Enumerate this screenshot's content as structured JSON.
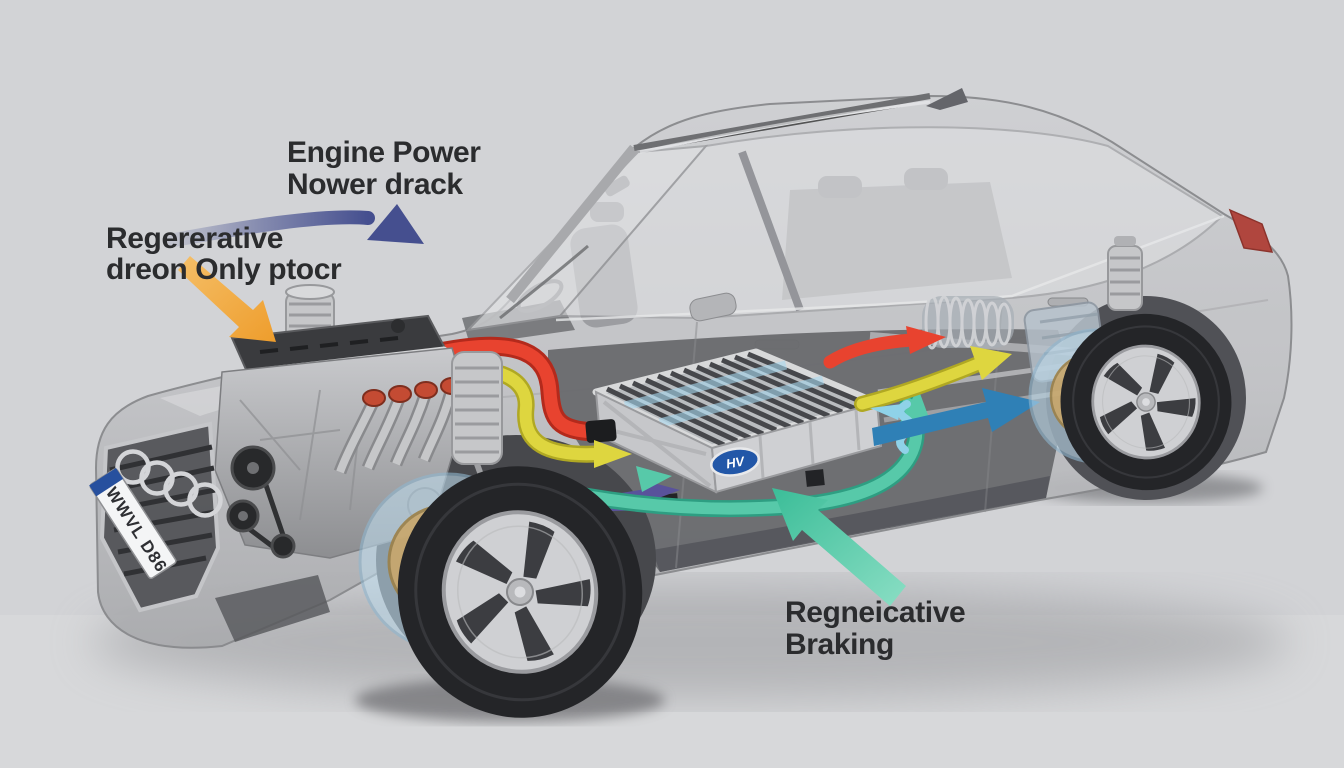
{
  "scene": {
    "background": "#d2d3d6",
    "ground_shadow": "#97989b"
  },
  "labels": {
    "engine_power": {
      "line1": "Engine Power",
      "line2": "Nower drack"
    },
    "regen_left": {
      "line1": "Regererative",
      "line2": "dreon Only ptocr"
    },
    "regen_braking": {
      "line1": "Regneicative",
      "line2": "Braking"
    }
  },
  "car": {
    "license_plate": "WWVL D86",
    "battery_badge": "HV"
  },
  "colors": {
    "label_text": "#2b2c2e",
    "engine_power_arrow": "#454f8f",
    "regen_left_arrow": "#f2a93b",
    "regen_braking_arrow": "#4fc6a6",
    "flow_red": "#e8432f",
    "flow_red_dark": "#b32a1c",
    "flow_yellow": "#ded63f",
    "flow_yellow_dark": "#b0a823",
    "flow_teal": "#57c9a9",
    "flow_teal_dark": "#2e9e82",
    "flow_lightblue": "#8fd2e8",
    "flow_blue": "#2f80b6",
    "flow_purple": "#59529b"
  }
}
